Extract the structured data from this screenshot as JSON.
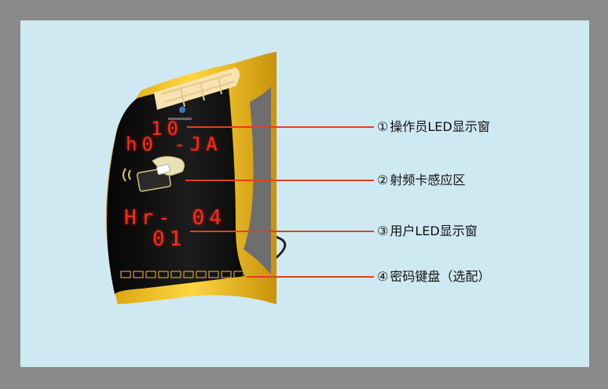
{
  "callouts": [
    {
      "num": "①",
      "label": "操作员LED显示窗"
    },
    {
      "num": "②",
      "label": "射频卡感应区"
    },
    {
      "num": "③",
      "label": "用户LED显示窗"
    },
    {
      "num": "④",
      "label": "密码键盘（选配）"
    }
  ],
  "operator_display": {
    "line1": "10",
    "line2": "h0 -JA"
  },
  "user_display": {
    "line1": "Hr- 04",
    "line2": "01"
  },
  "colors": {
    "shell_yellow": "#f2c21a",
    "face_black": "#111111",
    "led_red": "#ff2a1a",
    "leader_line": "#e04020",
    "background": "#cfe9f2",
    "border": "#8a8a8a"
  }
}
